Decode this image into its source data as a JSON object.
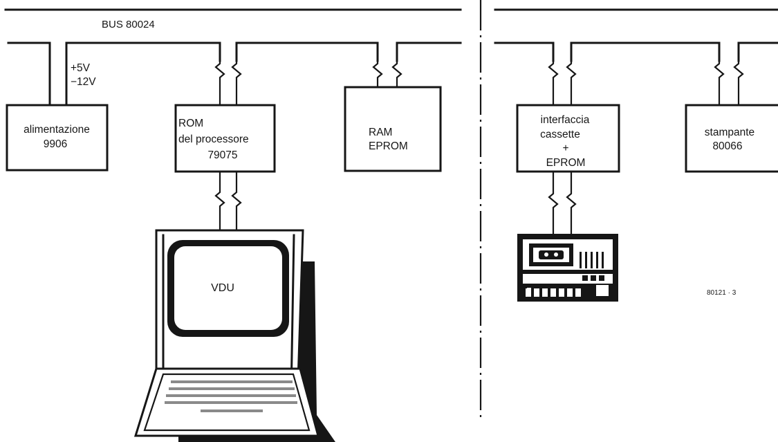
{
  "bus": {
    "label": "BUS 80024"
  },
  "power_rails": {
    "plus": "+5V",
    "minus": "−12V"
  },
  "blocks": {
    "power_supply": {
      "line1": "alimentazione",
      "line2": "9906"
    },
    "processor_rom": {
      "line1": "ROM",
      "line2": "del processore",
      "line3": "79075"
    },
    "ram_eprom": {
      "line1": "RAM",
      "line2": "EPROM"
    },
    "cassette_interface": {
      "line1": "interfaccia",
      "line2": "cassette",
      "line3": "+",
      "line4": "EPROM"
    },
    "printer": {
      "line1": "stampante",
      "line2": "80066"
    }
  },
  "vdu": {
    "label": "VDU"
  },
  "figure_number": "80121 · 3",
  "icons": [
    "vdu-terminal-icon",
    "cassette-recorder-icon",
    "connector-icon"
  ]
}
